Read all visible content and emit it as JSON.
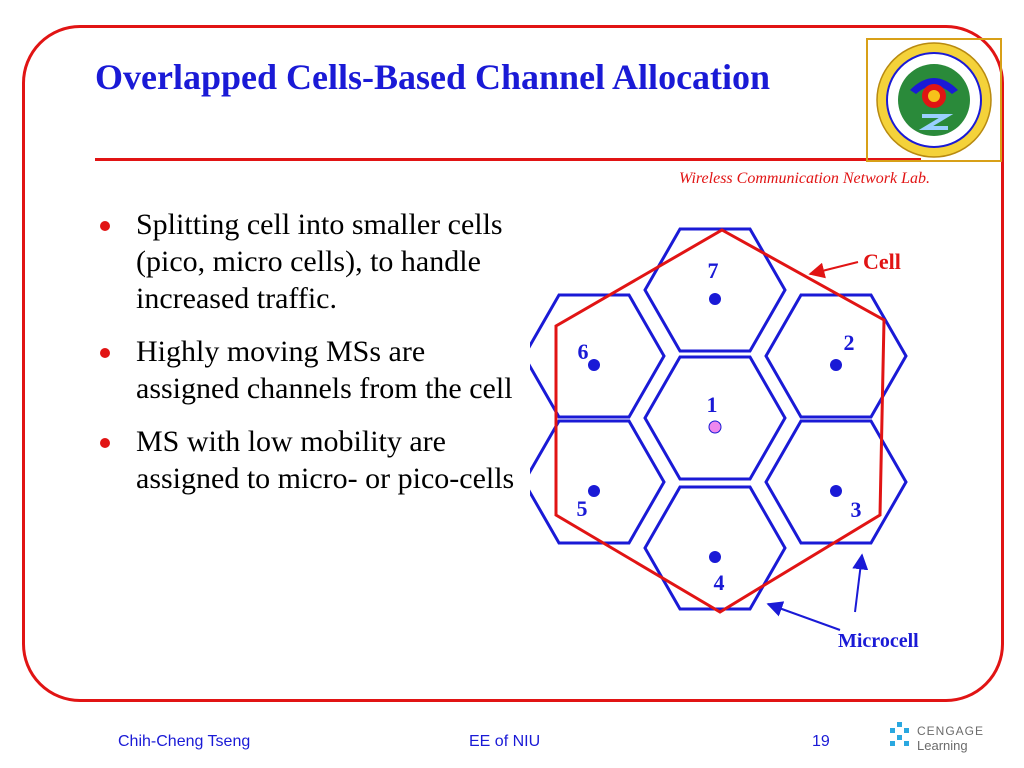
{
  "slide": {
    "title": "Overlapped Cells-Based Channel Allocation",
    "lab_name": "Wireless Communication Network Lab."
  },
  "bullets": [
    "Splitting cell into smaller cells (pico, micro cells), to handle increased traffic.",
    "Highly moving MSs are assigned channels from the cell",
    "MS with low mobility are assigned to micro- or pico-cells"
  ],
  "diagram": {
    "cell_numbers": [
      "1",
      "2",
      "3",
      "4",
      "5",
      "6",
      "7"
    ],
    "cell_label": "Cell",
    "microcell_label": "Microcell",
    "colors": {
      "hex_outline": "#1a1ad6",
      "big_cell": "#e11414",
      "dot": "#1a1ad6",
      "center_dot": "#ee88ee",
      "cell_label": "#e11414",
      "microcell_label": "#1a1ad6"
    }
  },
  "footer": {
    "author": "Chih-Cheng Tseng",
    "center": "EE of NIU",
    "page": "19"
  },
  "branding": {
    "publisher_line1": "CENGAGE",
    "publisher_line2": "Learning"
  },
  "icons": [
    "university-seal-icon",
    "cengage-logo-icon",
    "bullet-dot-icon"
  ]
}
